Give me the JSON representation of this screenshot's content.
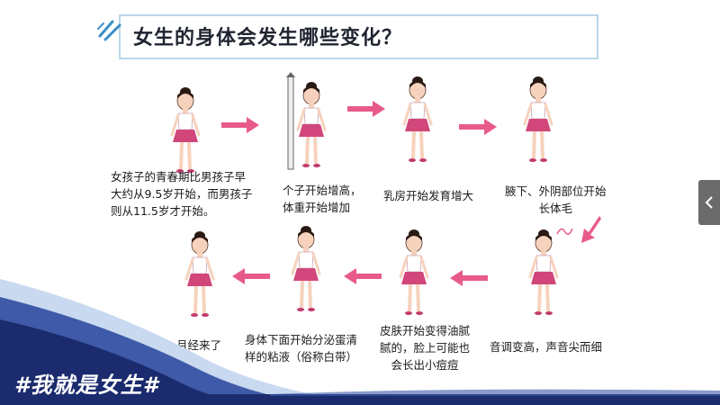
{
  "title": "女生的身体会发生哪些变化？",
  "captions": [
    {
      "lines": [
        "女孩子的青春期比男孩子早",
        "大约从9.5岁开始，而男孩子",
        "则从11.5岁才开始。"
      ]
    },
    {
      "lines": [
        "个子开始增高，",
        "体重开始增加"
      ]
    },
    {
      "lines": [
        "乳房开始发育增大"
      ]
    },
    {
      "lines": [
        "腋下、外阴部位开始",
        "长体毛"
      ]
    },
    {
      "lines": [
        "音调变高，声音尖而细"
      ]
    },
    {
      "lines": [
        "皮肤开始变得油腻",
        "腻的，脸上可能也",
        "会长出小痘痘"
      ]
    },
    {
      "lines": [
        "身体下面开始分泌蛋清",
        "样的粘液（俗称白带）"
      ]
    },
    {
      "lines": [
        "月经来了"
      ]
    }
  ],
  "slogan": "#我就是女生#",
  "side_tab_icon": "chevron-left-icon",
  "colors": {
    "arrow": "#e85a8c",
    "skirt": "#d1477b",
    "wave_dark": "#1b2b6e",
    "wave_mid": "#3e5aa8",
    "title_border": "#b9d6ea"
  }
}
